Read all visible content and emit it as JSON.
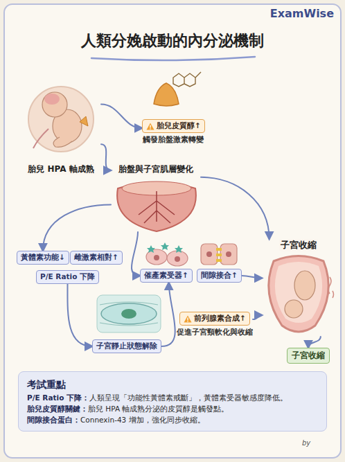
{
  "diagram": {
    "title": "人類分娩啟動的內分泌機制",
    "nodes": [
      {
        "text": [
          "胎兒 HPA 軸成熟"
        ]
      },
      {
        "text": [
          "胎兒皮質醇↑",
          "觸發胎盤激素轉變"
        ]
      },
      {
        "text": [
          "胎盤與子宮肌層變化"
        ]
      },
      {
        "text": [
          "黃體素功能↓"
        ]
      },
      {
        "text": [
          "雌激素相對↑"
        ]
      },
      {
        "text": [
          "P/E Ratio 下降"
        ]
      },
      {
        "text": [
          "催產素受器↑"
        ]
      },
      {
        "text": [
          "間隙接合↑"
        ]
      },
      {
        "text": [
          "子宮靜止狀態解除"
        ]
      },
      {
        "text": [
          "前列腺素合成↑",
          "促進子宮頸軟化與收縮"
        ]
      },
      {
        "text": [
          "子宮收縮"
        ]
      },
      {
        "text": [
          "子宮收縮"
        ]
      },
      {
        "text": [
          "考試重點",
          "P/E Ratio 下降：",
          "人類呈現「功能性黃體素戒斷」，黃體素受器敏感度降低。",
          "胎兒皮質醇關鍵：",
          "胎兒 HPA 軸成熟分泌的皮質醇是觸發點。",
          "間隙接合蛋白：",
          "Connexin-43 增加，強化同步收縮。"
        ]
      }
    ],
    "edges": [
      {
        "from": 0,
        "to": 1,
        "arrow": "to"
      },
      {
        "from": 0,
        "to": 2,
        "arrow": "to"
      },
      {
        "from": 2,
        "to": 3,
        "arrow": "to"
      },
      {
        "from": 2,
        "to": 6,
        "arrow": "to"
      },
      {
        "from": 2,
        "to": 10,
        "arrow": "to"
      },
      {
        "from": 5,
        "to": 8,
        "arrow": "to"
      },
      {
        "from": 8,
        "to": 6,
        "arrow": "to"
      },
      {
        "from": 7,
        "to": 10,
        "arrow": "to"
      },
      {
        "from": 9,
        "to": 10,
        "arrow": "to"
      },
      {
        "from": 10,
        "to": 11,
        "arrow": "to"
      }
    ],
    "labels": [
      "ExamWise",
      "by"
    ]
  }
}
